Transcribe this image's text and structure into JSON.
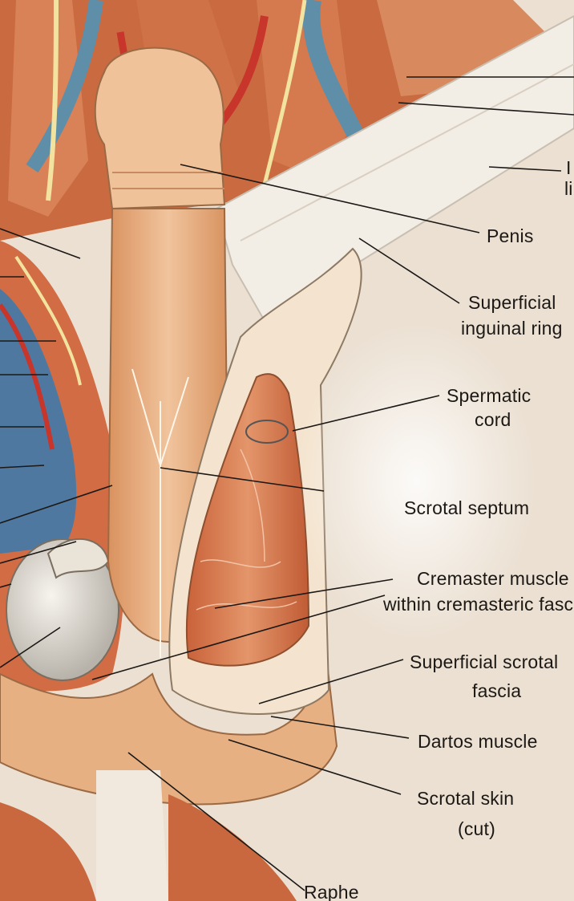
{
  "labels": {
    "top_clip_1": "I",
    "top_clip_2": "li",
    "penis": "Penis",
    "superficial_inguinal_ring_1": "Superficial",
    "superficial_inguinal_ring_2": "inguinal ring",
    "spermatic_cord_1": "Spermatic",
    "spermatic_cord_2": "cord",
    "scrotal_septum": "Scrotal septum",
    "cremaster_1": "Cremaster muscle",
    "cremaster_2": "within cremasteric fascia",
    "superficial_scrotal_fascia_1": "Superficial scrotal",
    "superficial_scrotal_fascia_2": "fascia",
    "dartos_muscle": "Dartos muscle",
    "scrotal_skin_1": "Scrotal skin",
    "scrotal_skin_2": "(cut)",
    "raphe": "Raphe"
  },
  "colors": {
    "background": "#e8dccd",
    "muscle": "#d4784e",
    "skin": "#eab48c",
    "vein": "#5f8ea8",
    "nerve": "#f2e3a0",
    "leader_line": "#1b1815"
  }
}
